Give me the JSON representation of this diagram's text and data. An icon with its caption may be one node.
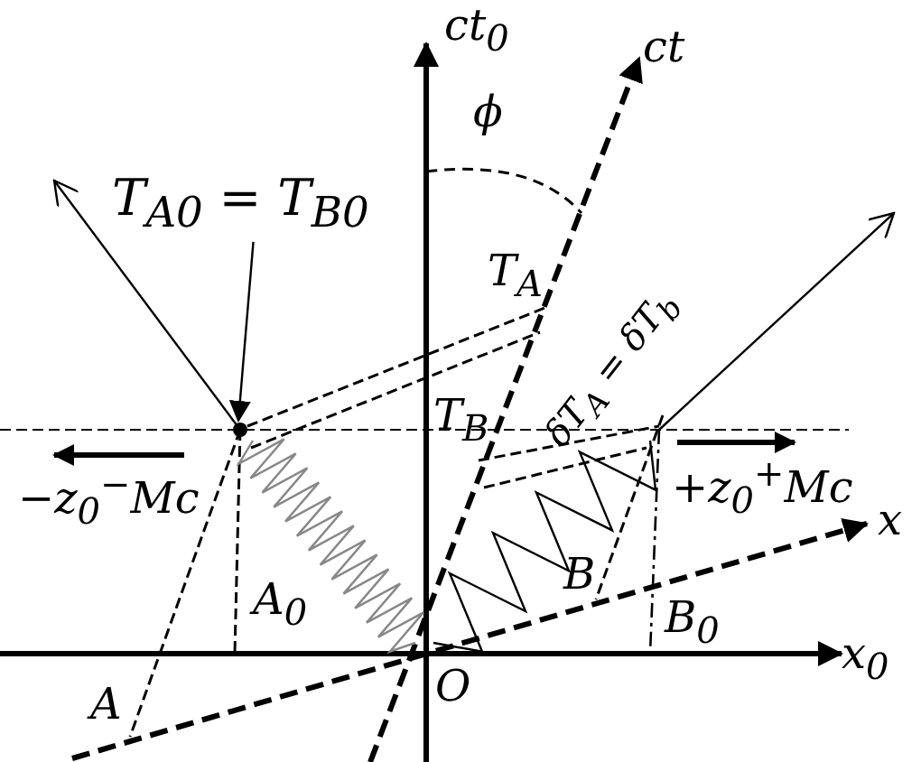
{
  "diagram": {
    "nodes": [
      {
        "text": [
          "T$_{A0}$ = T$_{B0}$"
        ]
      },
      {
        "text": [],
        "shape": "circle"
      }
    ],
    "edges": [
      {
        "from": 0,
        "to": 1,
        "arrow": "to"
      }
    ],
    "labels": [
      "ct$_{0}$",
      "ct",
      "ϕ",
      "T$_{A}$",
      "δT$_{A}$ = δT$_{b}$",
      "T$_{B}$",
      "−z$_{0}$$^{−}$Mc",
      "+z$_{0}$$^{+}$Mc",
      "x",
      "A$_{0}$",
      "B",
      "B$_{0}$",
      "O",
      "x$_{0}$",
      "A"
    ]
  }
}
